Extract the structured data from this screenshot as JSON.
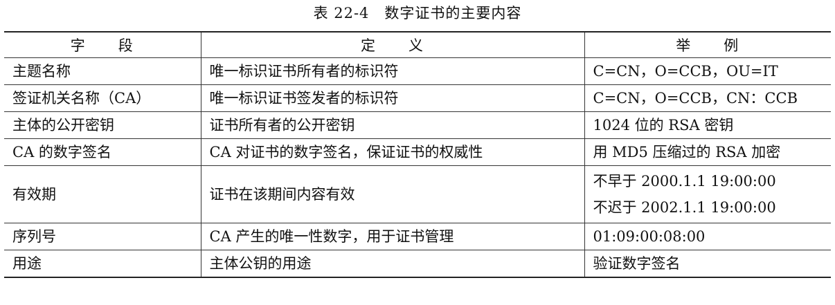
{
  "caption": "表 22-4　数字证书的主要内容",
  "table": {
    "headers": [
      "字　　段",
      "定　　义",
      "举　　例"
    ],
    "rows": [
      {
        "field": "主题名称",
        "definition": "唯一标识证书所有者的标识符",
        "example": [
          "C=CN，O=CCB，OU=IT"
        ]
      },
      {
        "field": "签证机关名称（CA）",
        "definition": "唯一标识证书签发者的标识符",
        "example": [
          "C=CN，O=CCB，CN：CCB"
        ]
      },
      {
        "field": "主体的公开密钥",
        "definition": "证书所有者的公开密钥",
        "example": [
          "1024 位的 RSA 密钥"
        ]
      },
      {
        "field": "CA 的数字签名",
        "definition": "CA 对证书的数字签名，保证证书的权威性",
        "example": [
          "用 MD5 压缩过的 RSA 加密"
        ]
      },
      {
        "field": "有效期",
        "definition": "证书在该期间内容有效",
        "example": [
          "不早于 2000.1.1 19:00:00",
          "不迟于 2002.1.1 19:00:00"
        ]
      },
      {
        "field": "序列号",
        "definition": "CA 产生的唯一性数字，用于证书管理",
        "example": [
          "01:09:00:08:00"
        ]
      },
      {
        "field": "用途",
        "definition": "主体公钥的用途",
        "example": [
          "验证数字签名"
        ]
      }
    ]
  }
}
